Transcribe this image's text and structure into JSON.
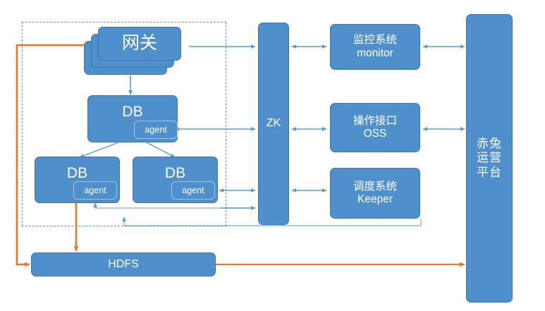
{
  "diagram": {
    "title": "system-architecture",
    "colors": {
      "node_fill": "#4F8FCC",
      "node_border": "#3E77AE",
      "blue_wire": "#5B9BD5",
      "orange_wire": "#E8762C",
      "dashed_border": "#5B8FC6",
      "text": "#FFFFFF"
    }
  },
  "cluster_zone": {
    "name": "db-cluster-boundary",
    "style": "dashed"
  },
  "nodes": {
    "gateway": {
      "label": "网关",
      "stack_count": 3
    },
    "db_master": {
      "label": "DB",
      "agent_label": "agent"
    },
    "db_slave_left": {
      "label": "DB",
      "agent_label": "agent"
    },
    "db_slave_right": {
      "label": "DB",
      "agent_label": "agent"
    },
    "zk": {
      "label": "ZK"
    },
    "monitor": {
      "line1": "监控系统",
      "line2": "monitor"
    },
    "oss": {
      "line1": "操作接口",
      "line2": "OSS"
    },
    "keeper": {
      "line1": "调度系统",
      "line2": "Keeper"
    },
    "hdfs": {
      "label": "HDFS"
    },
    "platform": {
      "line1": "赤兔",
      "line2": "运营",
      "line3": "平台"
    }
  },
  "connections": [
    {
      "name": "gateway-to-zk",
      "from": "gateway",
      "to": "zk",
      "color": "#5B9BD5",
      "arrows": "single"
    },
    {
      "name": "zk-to-monitor",
      "from": "zk",
      "to": "monitor",
      "color": "#5B9BD5",
      "arrows": "double"
    },
    {
      "name": "monitor-to-platform",
      "from": "monitor",
      "to": "platform",
      "color": "#5B9BD5",
      "arrows": "double"
    },
    {
      "name": "gateway-to-db-master",
      "from": "gateway",
      "to": "db_master",
      "color": "#5B9BD5",
      "arrows": "single"
    },
    {
      "name": "db-master-agent-to-zk",
      "from": "db_master",
      "to": "zk",
      "color": "#5B9BD5",
      "arrows": "double"
    },
    {
      "name": "zk-to-oss",
      "from": "zk",
      "to": "oss",
      "color": "#5B9BD5",
      "arrows": "double"
    },
    {
      "name": "oss-to-platform",
      "from": "oss",
      "to": "platform",
      "color": "#5B9BD5",
      "arrows": "double"
    },
    {
      "name": "db-master-to-slave-left",
      "from": "db_master",
      "to": "db_slave_left",
      "color": "#5B9BD5",
      "arrows": "single"
    },
    {
      "name": "db-master-to-slave-right",
      "from": "db_master",
      "to": "db_slave_right",
      "color": "#5B9BD5",
      "arrows": "single"
    },
    {
      "name": "db-slave-right-agent-to-zk",
      "from": "db_slave_right",
      "to": "zk",
      "color": "#5B9BD5",
      "arrows": "double"
    },
    {
      "name": "zk-to-keeper",
      "from": "zk",
      "to": "keeper",
      "color": "#5B9BD5",
      "arrows": "double"
    },
    {
      "name": "zk-feedback-to-db-slave-left",
      "from": "zk",
      "to": "db_slave_left",
      "color": "#5B9BD5",
      "arrows": "single"
    },
    {
      "name": "keeper-feedback-to-cluster",
      "from": "keeper",
      "to": "cluster_zone",
      "color": "#5B9BD5",
      "arrows": "single"
    },
    {
      "name": "gateway-to-hdfs",
      "from": "gateway",
      "to": "hdfs",
      "color": "#E8762C",
      "arrows": "single"
    },
    {
      "name": "db-slave-left-to-hdfs",
      "from": "db_slave_left",
      "to": "hdfs",
      "color": "#E8762C",
      "arrows": "single"
    },
    {
      "name": "hdfs-to-platform",
      "from": "hdfs",
      "to": "platform",
      "color": "#E8762C",
      "arrows": "single"
    }
  ]
}
